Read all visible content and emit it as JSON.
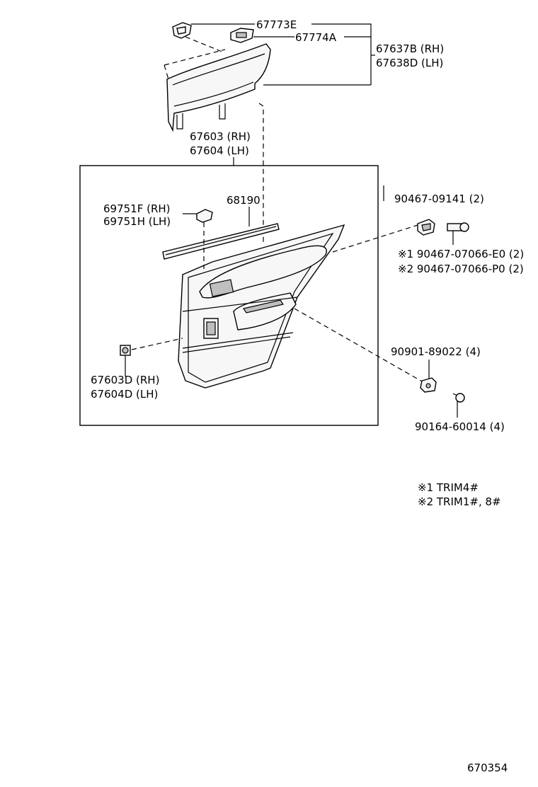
{
  "parts": {
    "p67773E": "67773E",
    "p67774A": "67774A",
    "p67637B": "67637B (RH)",
    "p67638D": "67638D (LH)",
    "p67603": "67603 (RH)",
    "p67604": "67604 (LH)",
    "p68190": "68190",
    "p69751F": "69751F (RH)",
    "p69751H": "69751H (LH)",
    "p90467_09141": "90467-09141 (2)",
    "p90467_07066_E0": "※1  90467-07066-E0 (2)",
    "p90467_07066_P0": "※2  90467-07066-P0 (2)",
    "p90901_89022": "90901-89022 (4)",
    "p67603D": "67603D (RH)",
    "p67604D": "67604D (LH)",
    "p90164_60014": "90164-60014 (4)"
  },
  "notes": {
    "note1": "※1  TRIM4#",
    "note2": "※2  TRIM1#, 8#"
  },
  "diagram_code": "670354"
}
